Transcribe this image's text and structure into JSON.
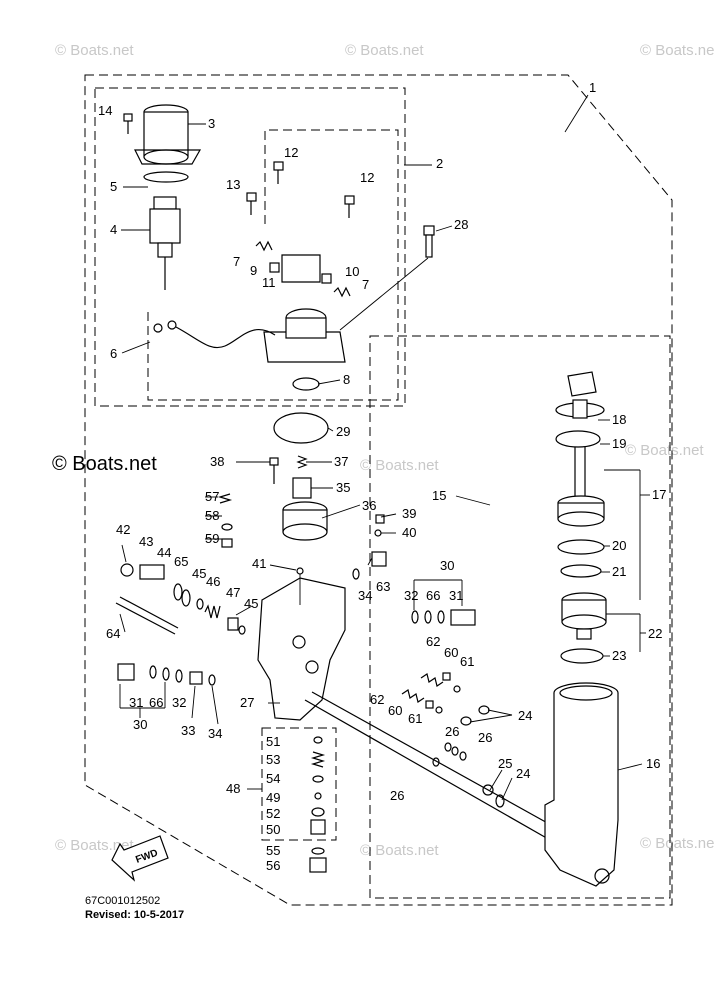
{
  "watermarks": {
    "small": "© Boats.net",
    "large": "© Boats.net"
  },
  "footer": {
    "code": "67C001012502",
    "revised": "Revised: 10-5-2017"
  },
  "fwd_label": "FWD",
  "callouts": {
    "c1": "1",
    "c2": "2",
    "c3": "3",
    "c4": "4",
    "c5": "5",
    "c6": "6",
    "c7a": "7",
    "c7b": "7",
    "c8": "8",
    "c9": "9",
    "c10": "10",
    "c11": "11",
    "c12a": "12",
    "c12b": "12",
    "c13": "13",
    "c14": "14",
    "c15": "15",
    "c16": "16",
    "c17": "17",
    "c18": "18",
    "c19": "19",
    "c20": "20",
    "c21": "21",
    "c22": "22",
    "c23": "23",
    "c24a": "24",
    "c24b": "24",
    "c25": "25",
    "c26a": "26",
    "c26b": "26",
    "c26c": "26",
    "c27": "27",
    "c28": "28",
    "c29": "29",
    "c30a": "30",
    "c30b": "30",
    "c31a": "31",
    "c31b": "31",
    "c32a": "32",
    "c32b": "32",
    "c33": "33",
    "c34a": "34",
    "c34b": "34",
    "c35": "35",
    "c36": "36",
    "c37": "37",
    "c38": "38",
    "c39": "39",
    "c40": "40",
    "c41": "41",
    "c42": "42",
    "c43": "43",
    "c44": "44",
    "c45a": "45",
    "c45b": "45",
    "c46": "46",
    "c47": "47",
    "c48": "48",
    "c49": "49",
    "c50": "50",
    "c51": "51",
    "c52": "52",
    "c53": "53",
    "c54": "54",
    "c55": "55",
    "c56": "56",
    "c57": "57",
    "c58": "58",
    "c59": "59",
    "c60a": "60",
    "c60b": "60",
    "c61a": "61",
    "c61b": "61",
    "c62a": "62",
    "c62b": "62",
    "c63": "63",
    "c64": "64",
    "c65": "65",
    "c66a": "66",
    "c66b": "66"
  }
}
